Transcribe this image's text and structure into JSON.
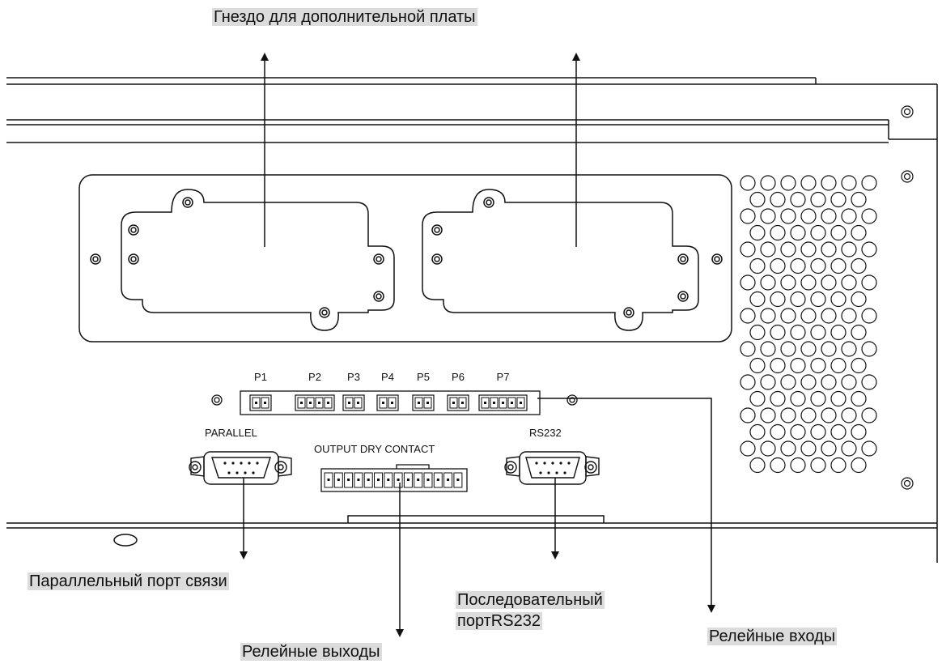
{
  "callouts": {
    "option_slot": "Гнездо для дополнительной платы",
    "parallel_port": "Параллельный порт связи",
    "relay_outputs": "Релейные выходы",
    "serial_port_line1": "Последовательный",
    "serial_port_line2": "портRS232",
    "relay_inputs": "Релейные входы"
  },
  "panel": {
    "terminal_labels": [
      "P1",
      "P2",
      "P3",
      "P4",
      "P5",
      "P6",
      "P7"
    ],
    "parallel_label": "PARALLEL",
    "dry_contact_label": "OUTPUT DRY CONTACT",
    "rs232_label": "RS232"
  },
  "colors": {
    "line": "#111111",
    "highlight": "#dcdcdc"
  }
}
